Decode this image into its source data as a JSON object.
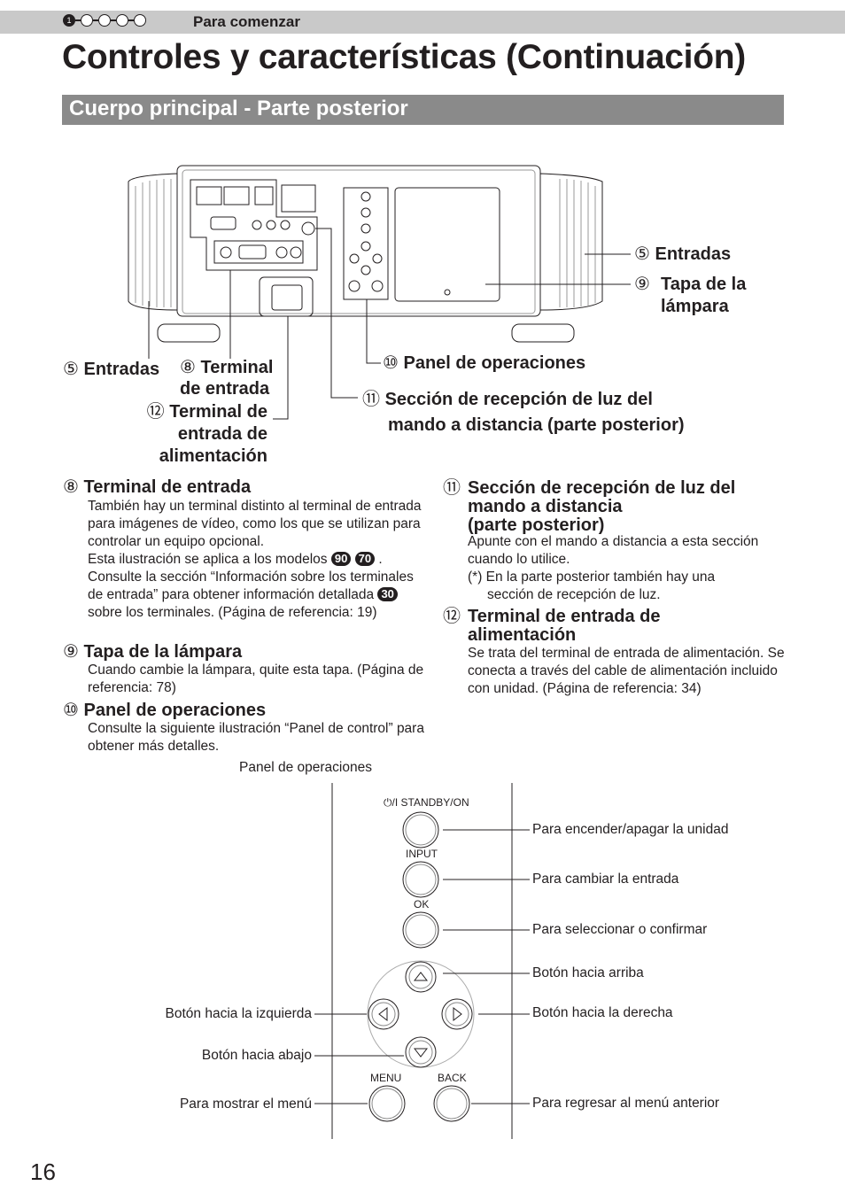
{
  "header": {
    "step": "1",
    "section": "Para comenzar",
    "title": "Controles y características (Continuación)",
    "subtitle": "Cuerpo principal - Parte posterior"
  },
  "figure_callouts": {
    "entradas_right": {
      "num": "⑤",
      "text": "Entradas"
    },
    "tapa": {
      "num": "⑨",
      "text": "Tapa de la lámpara"
    },
    "entradas_left": {
      "num": "⑤",
      "text": "Entradas"
    },
    "terminal_entrada": {
      "num": "⑧",
      "line1": "Terminal",
      "line2": "de entrada"
    },
    "panel": {
      "num": "⑩",
      "text": "Panel de operaciones"
    },
    "receptor": {
      "num": "⑪",
      "line1": "Sección de recepción de luz del",
      "line2": "mando a distancia (parte posterior)"
    },
    "alimentacion": {
      "num": "⑫",
      "line1": "Terminal de",
      "line2": "entrada de",
      "line3": "alimentación"
    }
  },
  "sections": {
    "s8": {
      "num": "⑧",
      "title": "Terminal de entrada",
      "body1": "También hay un terminal distinto al terminal de entrada para imágenes de vídeo, como los que se utilizan para controlar un equipo opcional.",
      "body2a": "Esta ilustración se aplica a los modelos",
      "badge1": "90",
      "badge2": "70",
      "body2b": ". Consulte la sección “Información sobre los terminales de entrada” para obtener información detallada",
      "badge3": "30",
      "body2c": "sobre los terminales. (Página de referencia: 19)"
    },
    "s9": {
      "num": "⑨",
      "title": "Tapa de la lámpara",
      "body": "Cuando cambie la lámpara, quite esta tapa. (Página de referencia: 78)"
    },
    "s10": {
      "num": "⑩",
      "title": "Panel de operaciones",
      "body": "Consulte la siguiente ilustración “Panel de control” para obtener más detalles."
    },
    "s11": {
      "num": "⑪",
      "title1": "Sección de recepción de luz del",
      "title2": "mando a distancia",
      "title3": "(parte posterior)",
      "body": "Apunte con el mando a distancia a esta sección cuando lo utilice.",
      "note": "(*) En la parte posterior también hay una sección de recepción de luz."
    },
    "s12": {
      "num": "⑫",
      "title1": "Terminal de entrada de",
      "title2": "alimentación",
      "body": "Se trata del terminal de entrada de alimentación. Se conecta a través del cable de alimentación incluido con unidad. (Página de referencia: 34)"
    }
  },
  "panel_figure": {
    "caption": "Panel de operaciones",
    "buttons": {
      "standby": "STANDBY/ON",
      "standby_icon": "⏻/I",
      "input": "INPUT",
      "ok": "OK",
      "menu": "MENU",
      "back": "BACK"
    },
    "labels": {
      "standby": "Para encender/apagar la unidad",
      "input": "Para cambiar la entrada",
      "ok": "Para seleccionar o confirmar",
      "up": "Botón hacia arriba",
      "left": "Botón hacia la izquierda",
      "right": "Botón hacia la derecha",
      "down": "Botón hacia abajo",
      "menu": "Para mostrar el menú",
      "back": "Para regresar al menú anterior"
    }
  },
  "footer": {
    "page": "16"
  }
}
